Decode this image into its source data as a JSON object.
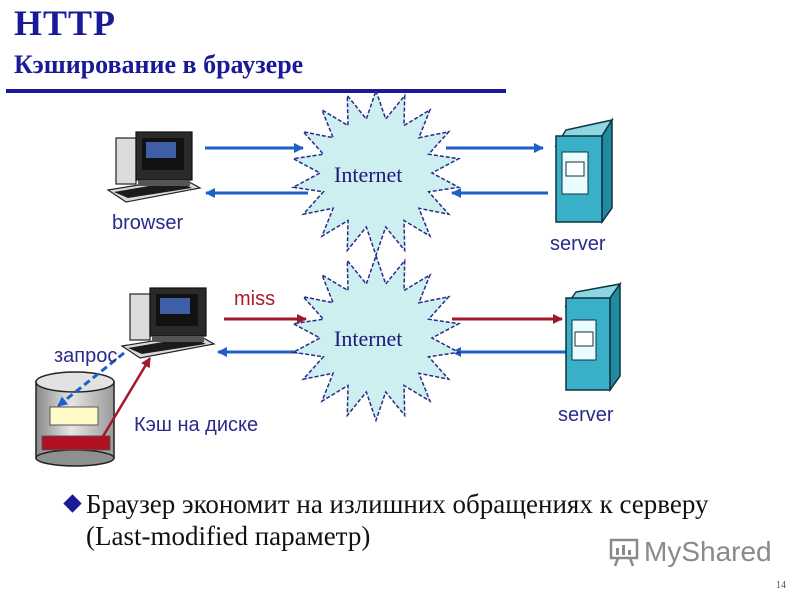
{
  "header": {
    "title": "HTTP",
    "subtitle": "Кэширование в браузере"
  },
  "diagram": {
    "top_row": {
      "cloud_label": "Internet",
      "client_label": "browser",
      "server_label": "server"
    },
    "bottom_row": {
      "cloud_label": "Internet",
      "server_label": "server",
      "miss_label": "miss",
      "request_label": "запрос",
      "cache_label": "Кэш на диске"
    },
    "colors": {
      "blue_arrow": "#1f5fc8",
      "red_arrow": "#a0182a",
      "cloud_fill": "#cdeff0",
      "server_fill": "#3ab0c8",
      "disk_red": "#b01020",
      "disk_yellow": "#fffbc8"
    }
  },
  "bullet": {
    "text": "Браузер экономит на излишних обращениях к серверу (Last-modified параметр)"
  },
  "watermark": {
    "text": "MyShared",
    "icon": "myshared-logo-icon"
  },
  "page_number": "14"
}
